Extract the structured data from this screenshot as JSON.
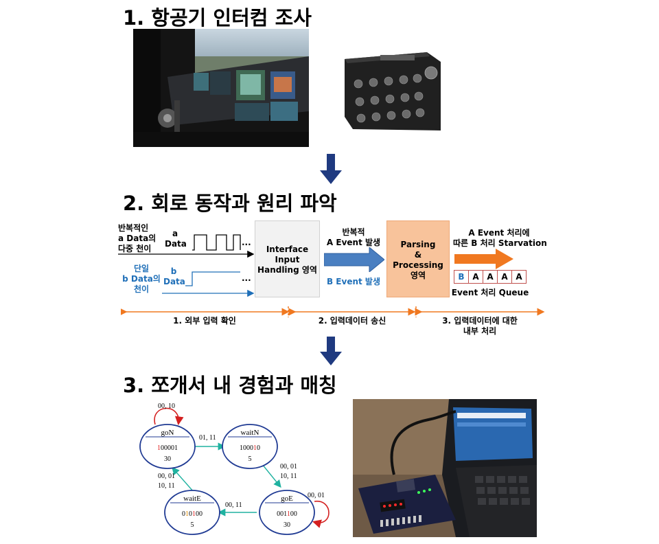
{
  "section1": {
    "title": "1. 항공기 인터컴 조사"
  },
  "section2": {
    "title": "2. 회로 동작과 원리 파악",
    "left_black_label": [
      "반복적인",
      "a Data의",
      "다중 천이"
    ],
    "left_blue_label": [
      "단일",
      "b Data의",
      "천이"
    ],
    "signal_a_label": [
      "a",
      "Data"
    ],
    "signal_b_label": [
      "b",
      "Data"
    ],
    "ellipsis": "...",
    "input_box": [
      "Interface",
      "Input",
      "Handling 영역"
    ],
    "arrow_top": [
      "반복적",
      "A Event 발생"
    ],
    "arrow_bottom": "B Event 발생",
    "parsing_box": [
      "Parsing",
      "&",
      "Processing",
      "영역"
    ],
    "starvation": [
      "A Event 처리에",
      "따른 B 처리 Starvation"
    ],
    "queue": [
      "B",
      "A",
      "A",
      "A",
      "A"
    ],
    "queue_label": "Event 처리 Queue",
    "phase1": "1. 외부 입력 확인",
    "phase2": "2. 입력데이터 송신",
    "phase3": [
      "3. 입력데이터에 대한",
      "내부 처리"
    ],
    "colors": {
      "blue": "#1f6fb8",
      "orange": "#f07820",
      "box_orange": "#f8c39b",
      "box_gray": "#f2f2f2",
      "queue_border": "#c0504d",
      "arrow_blue": "#4a7fc1"
    }
  },
  "section3": {
    "title": "3. 쪼개서 내 경험과 매칭",
    "states": [
      {
        "name": "goN",
        "code": [
          "1",
          "0",
          "0",
          "0",
          "0",
          "1"
        ],
        "red_index": 0,
        "value": "30"
      },
      {
        "name": "waitN",
        "code": [
          "1",
          "0",
          "0",
          "0",
          "1",
          "0"
        ],
        "red_index": 4,
        "value": "5"
      },
      {
        "name": "goE",
        "code": [
          "0",
          "0",
          "1",
          "1",
          "0",
          "0"
        ],
        "red_index": 3,
        "value": "30"
      },
      {
        "name": "waitE",
        "code": [
          "0",
          "1",
          "0",
          "1",
          "0",
          "0"
        ],
        "red_index": 3,
        "value": "5",
        "orange_index": 1
      }
    ],
    "transitions": {
      "self_goN": "00, 10",
      "goN_waitN": "01, 11",
      "waitN_goE": [
        "00, 01",
        "10, 11"
      ],
      "self_goE": "00, 01",
      "goE_waitE": "00, 11",
      "waitE_goN": [
        "00, 01",
        "10, 11"
      ]
    },
    "colors": {
      "ellipse": "#1f3a93",
      "self_loop": "#d42020",
      "transition": "#20b2a0",
      "code_red": "#e02020",
      "code_orange": "#e08a00"
    }
  },
  "section_arrow_color": "#1f3a80"
}
